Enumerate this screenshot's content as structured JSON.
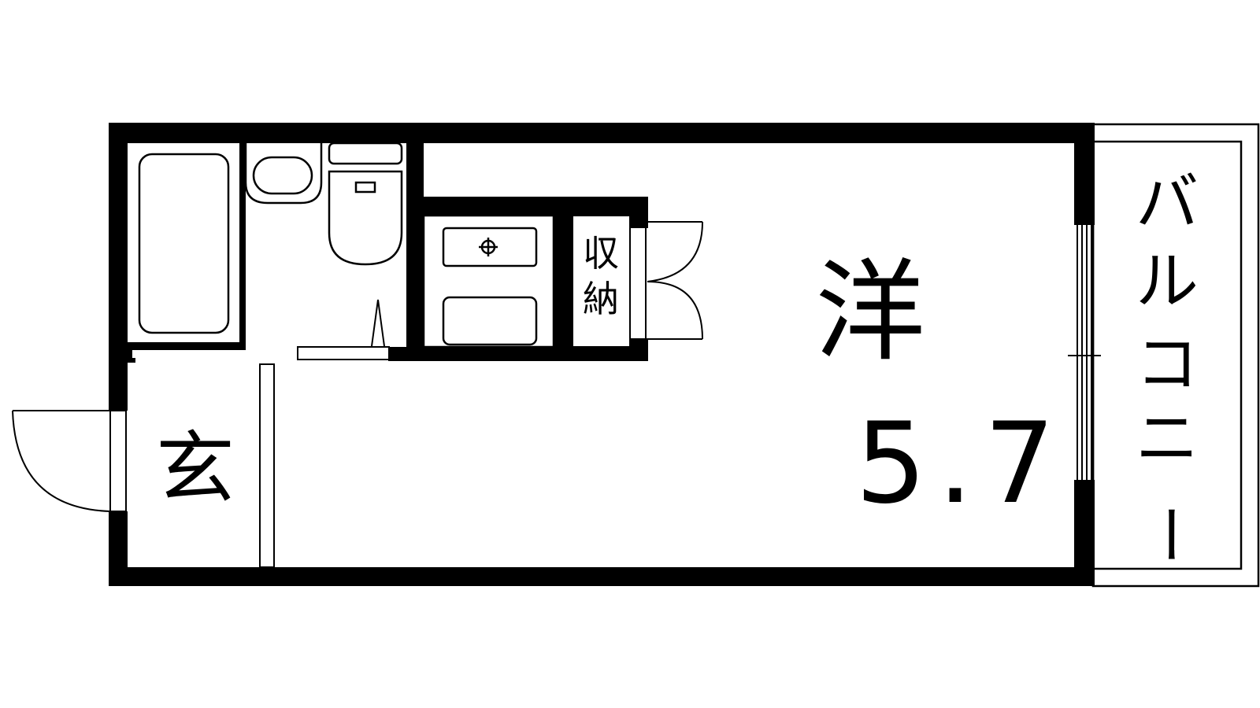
{
  "rooms": {
    "western_room": {
      "label": "洋",
      "size": "5.7"
    },
    "entrance": {
      "label": "玄"
    },
    "storage": {
      "label_top": "収",
      "label_bottom": "納"
    },
    "balcony": {
      "label": [
        "バ",
        "ル",
        "コ",
        "ニ",
        "ー"
      ]
    }
  },
  "colors": {
    "wall": "#000000",
    "background": "#ffffff"
  }
}
